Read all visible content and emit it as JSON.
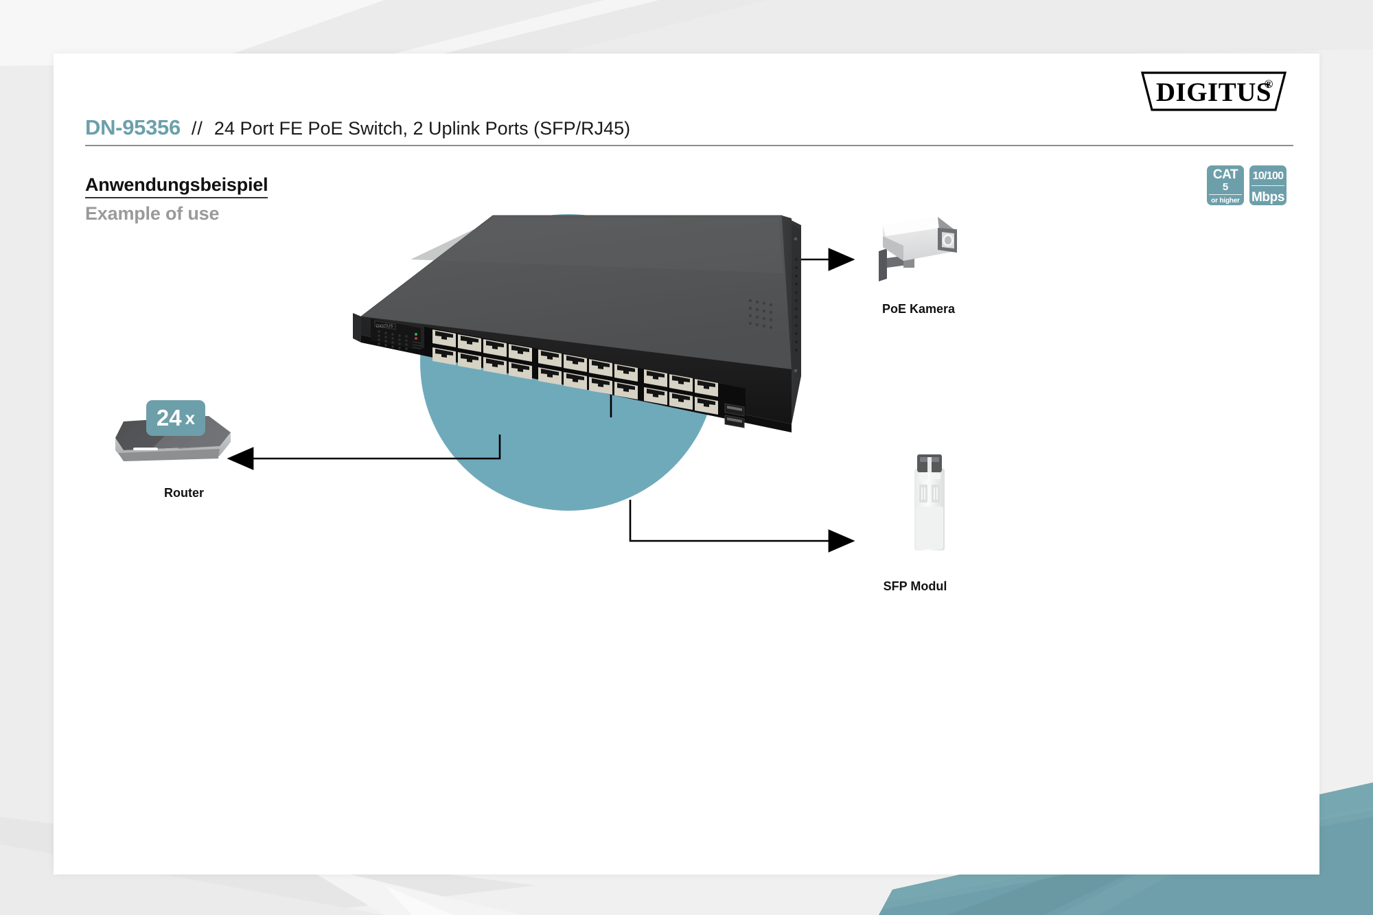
{
  "header": {
    "sku": "DN-95356",
    "separator": "//",
    "product_title": "24 Port FE PoE Switch, 2 Uplink Ports (SFP/RJ45)",
    "logo_text": "DIGITUS",
    "logo_trademark": "®"
  },
  "section": {
    "heading_de": "Anwendungsbeispiel",
    "heading_en": "Example of use"
  },
  "badges": [
    {
      "name": "cat-badge",
      "line1": "CAT",
      "line2": "5",
      "line3": "or higher"
    },
    {
      "name": "speed-badge",
      "line1": "10/100",
      "line2": "Mbps"
    }
  ],
  "diagram": {
    "center_device": "24 Port FE PoE Switch",
    "count_badge": {
      "number": "24",
      "unit": "x"
    },
    "nodes": [
      {
        "id": "camera",
        "label": "PoE Kamera",
        "icon": "security-camera-icon",
        "direction": "out"
      },
      {
        "id": "router",
        "label": "Router",
        "icon": "router-icon",
        "direction": "in"
      },
      {
        "id": "sfp",
        "label": "SFP Modul",
        "icon": "sfp-module-icon",
        "direction": "out"
      }
    ]
  },
  "colors": {
    "accent_teal": "#6d9faa",
    "circle_teal": "#6faabb",
    "sku_teal": "#6ba0ab",
    "subtitle_grey": "#9a9a9a",
    "page_grey": "#f0f0f0",
    "switch_body": "#58595b",
    "line_black": "#000000"
  }
}
